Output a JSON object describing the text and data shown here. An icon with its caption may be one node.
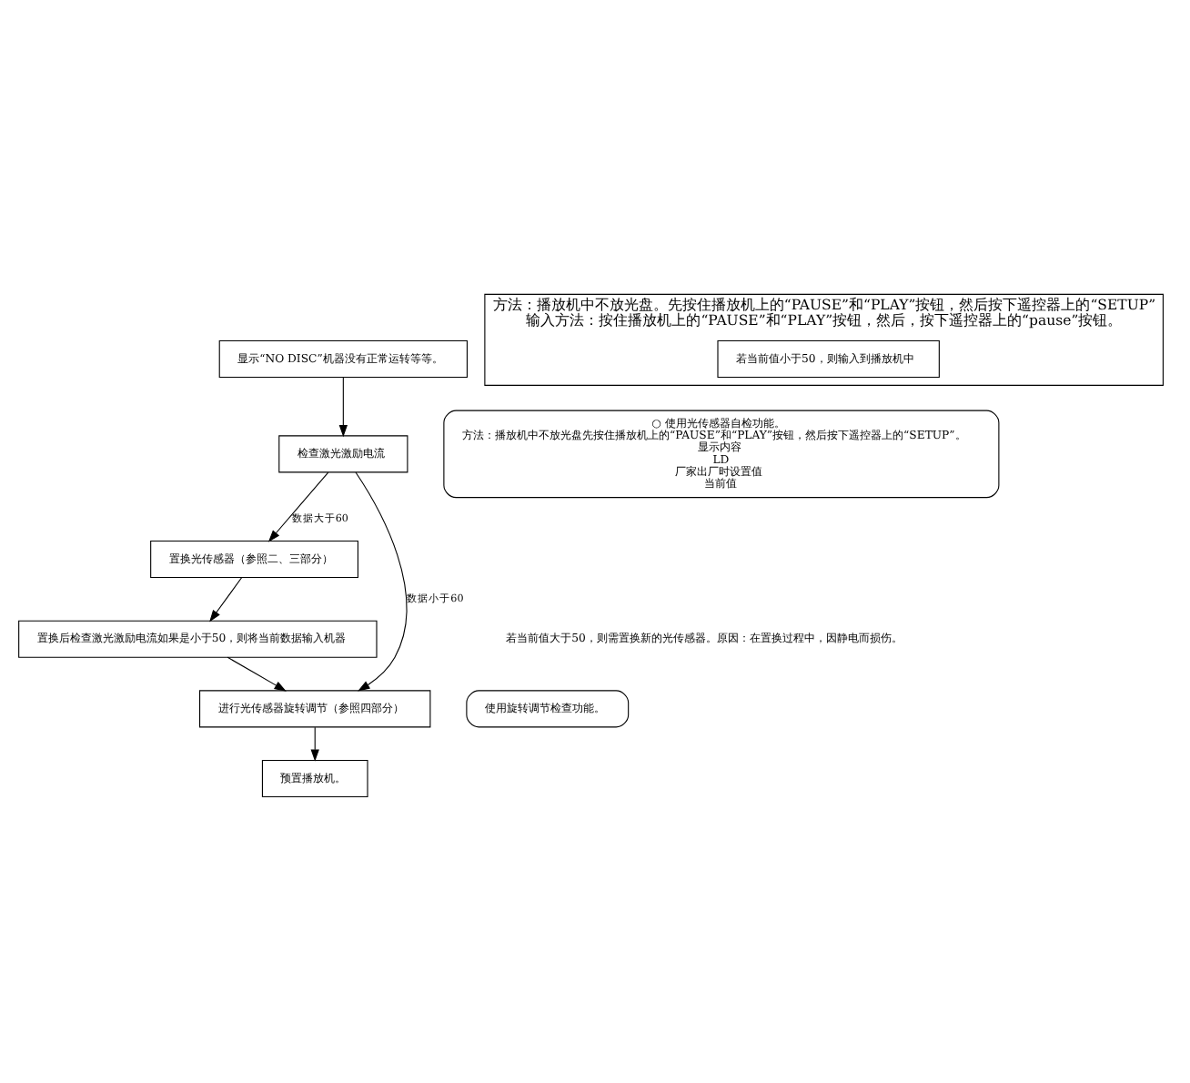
{
  "diagram": {
    "nodes": [
      {
        "text": [
          "显示“NO DISC”机器没有正常运转等等。"
        ]
      },
      {
        "text": [
          "检查激光激励电流"
        ]
      },
      {
        "text": [
          "置换光传感器（参照二、三部分）"
        ]
      },
      {
        "text": [
          "置换后检查激光激励电流如果是小于50，则将当前数据输入机器"
        ]
      },
      {
        "text": [
          "进行光传感器旋转调节（参照四部分）"
        ]
      },
      {
        "text": [
          "预置播放机。"
        ]
      },
      {
        "text": [
          "○ 使用光传感器自检功能。",
          "方法：播放机中不放光盘先按住播放机上的“PAUSE”和“PLAY”按钮，然后按下遥控器上的“SETUP”。",
          "显示内容",
          "LD",
          "厂家出厂时设置值",
          "当前值"
        ]
      },
      {
        "text": [
          "使用旋转调节检查功能。"
        ]
      },
      {
        "text": [
          "方法：播放机中不放光盘。先按住播放机上的“PAUSE”和“PLAY”按钮，然后按下遥控器上的“SETUP”",
          "输入方法：按住播放机上的“PAUSE”和“PLAY”按钮，然后，按下遥控器上的“pause”按钮。"
        ]
      },
      {
        "text": [
          "若当前值小于50，则输入到播放机中"
        ],
        "in": 8
      }
    ],
    "edges": [
      {
        "from": 0,
        "to": 1,
        "arrow": "to"
      },
      {
        "from": 1,
        "to": 2,
        "arrow": "to",
        "label": "数据大于60"
      },
      {
        "from": 1,
        "to": 4,
        "arrow": "to",
        "label": "数据小于60"
      },
      {
        "from": 2,
        "to": 3,
        "arrow": "to"
      },
      {
        "from": 3,
        "to": 4,
        "arrow": "to"
      },
      {
        "from": 4,
        "to": 5,
        "arrow": "to"
      }
    ],
    "labels": [
      "若当前值大于50，则需置换新的光传感器。原因：在置换过程中，因静电而损伤。"
    ]
  }
}
